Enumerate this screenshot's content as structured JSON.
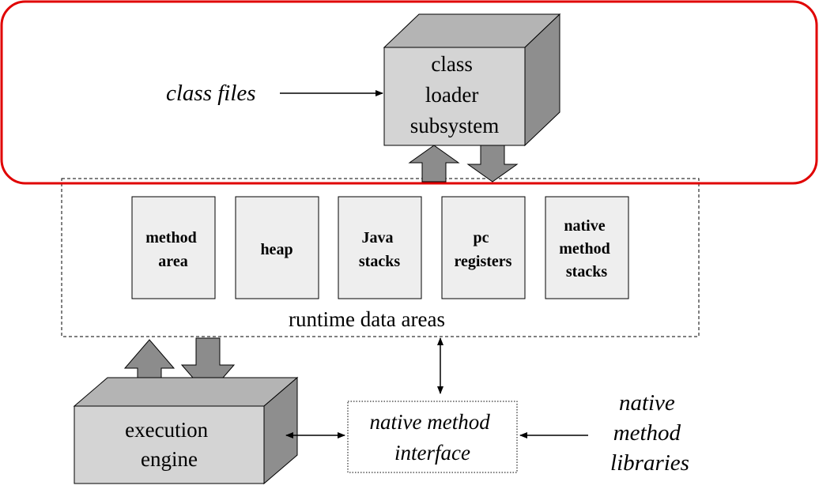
{
  "diagram": {
    "class_loader": {
      "lines": [
        "class",
        "loader",
        "subsystem"
      ]
    },
    "class_files": "class files",
    "runtime_data_areas": {
      "label": "runtime data areas",
      "areas": [
        {
          "lines": [
            "method",
            "area"
          ]
        },
        {
          "lines": [
            "heap"
          ]
        },
        {
          "lines": [
            "Java",
            "stacks"
          ]
        },
        {
          "lines": [
            "pc",
            "registers"
          ]
        },
        {
          "lines": [
            "native",
            "method",
            "stacks"
          ]
        }
      ]
    },
    "execution_engine": {
      "lines": [
        "execution",
        "engine"
      ]
    },
    "native_method_interface": {
      "lines": [
        "native method",
        "interface"
      ]
    },
    "native_method_libraries": {
      "lines": [
        "native",
        "method",
        "libraries"
      ]
    },
    "colors": {
      "highlight": "#e00000",
      "box_face": "#d4d4d4",
      "box_top": "#b4b4b4",
      "box_side": "#8e8e8e",
      "area_fill": "#eeeeee",
      "fat_arrow": "#8c8c8c"
    }
  }
}
